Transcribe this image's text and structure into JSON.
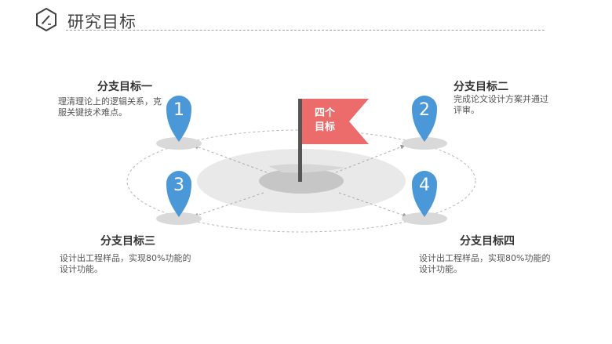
{
  "header": {
    "title": "研究目标",
    "icon": "pencil-hexagon-icon"
  },
  "center": {
    "flag_line1": "四个",
    "flag_line2": "目标",
    "flag_color": "#ec6b6b"
  },
  "pin_color": "#4a98d8",
  "goals": [
    {
      "number": "1",
      "title": "分支目标一",
      "desc": "理清理论上的逻辑关系，克服关键技术难点。"
    },
    {
      "number": "2",
      "title": "分支目标二",
      "desc": "完成论文设计方案并通过评审。"
    },
    {
      "number": "3",
      "title": "分支目标三",
      "desc": "设计出工程样品，实现80%功能的设计功能。"
    },
    {
      "number": "4",
      "title": "分支目标四",
      "desc": "设计出工程样品，实现80%功能的设计功能。"
    }
  ]
}
